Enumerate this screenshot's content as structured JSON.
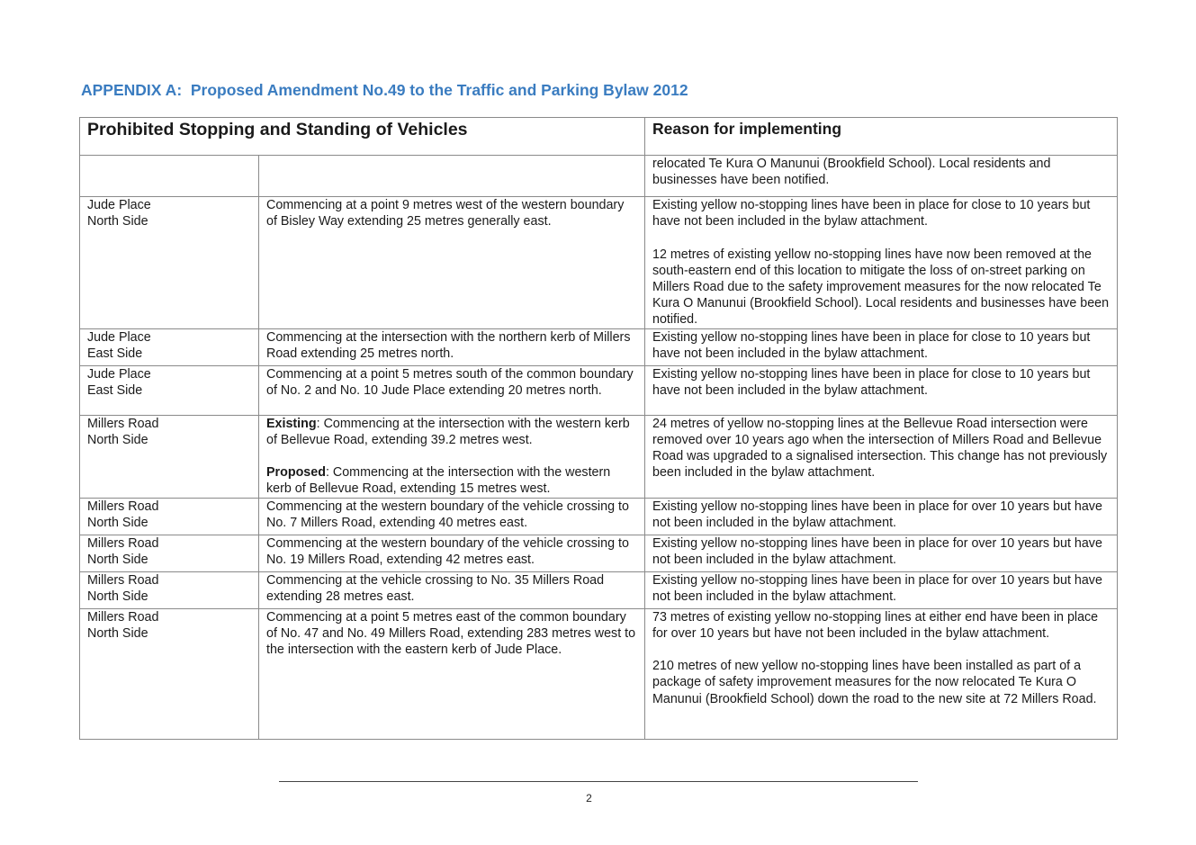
{
  "document": {
    "appendix_title": "APPENDIX A:  Proposed Amendment No.49 to the Traffic and Parking Bylaw 2012",
    "page_number": "2"
  },
  "table": {
    "header_location": "Prohibited Stopping and Standing of Vehicles",
    "header_reason": "Reason for implementing",
    "rows": [
      {
        "location": "",
        "location_side": "",
        "description": [],
        "reason": [
          "relocated Te Kura O Manunui (Brookfield School). Local residents and businesses have been notified."
        ]
      },
      {
        "location": "Jude Place",
        "location_side": "North Side",
        "description": [
          {
            "label": "",
            "text": "Commencing at a point 9 metres west of the western boundary of Bisley Way extending 25 metres generally east."
          }
        ],
        "reason": [
          "Existing yellow no-stopping lines have been in place for close to 10 years but have not been included in the bylaw attachment.",
          "12 metres of existing yellow no-stopping lines have now been removed at the south-eastern end of this location to mitigate the loss of on-street parking on Millers Road due to the safety improvement measures for the now relocated Te Kura O Manunui (Brookfield School). Local residents and businesses have been notified."
        ]
      },
      {
        "location": "Jude Place",
        "location_side": "East Side",
        "description": [
          {
            "label": "",
            "text": "Commencing at the intersection with the northern kerb of Millers Road extending 25 metres north."
          }
        ],
        "reason": [
          "Existing yellow no-stopping lines have been in place for close to 10 years but have not been included in the bylaw attachment."
        ]
      },
      {
        "location": "Jude Place",
        "location_side": "East Side",
        "description": [
          {
            "label": "",
            "text": "Commencing at a point 5 metres south of the common boundary of No. 2 and No. 10 Jude Place extending 20 metres north."
          }
        ],
        "reason": [
          "Existing yellow no-stopping lines have been in place for close to 10 years but have not been included in the bylaw attachment."
        ]
      },
      {
        "location": "Millers Road",
        "location_side": "North Side",
        "description": [
          {
            "label": "Existing",
            "text": ": Commencing at the intersection with the western kerb of Bellevue Road, extending 39.2 metres west."
          },
          {
            "label": "Proposed",
            "text": ": Commencing at the intersection with the western kerb of Bellevue Road, extending 15 metres west."
          }
        ],
        "reason": [
          "24 metres of yellow no-stopping lines at the Bellevue Road intersection were removed over 10 years ago when the intersection of Millers Road and Bellevue Road was upgraded to a signalised intersection. This change has not previously been included in the bylaw attachment."
        ]
      },
      {
        "location": "Millers Road",
        "location_side": "North Side",
        "description": [
          {
            "label": "",
            "text": "Commencing at the western boundary of the vehicle crossing to No. 7 Millers Road, extending 40 metres east."
          }
        ],
        "reason": [
          "Existing yellow no-stopping lines have been in place for over 10 years but have not been included in the bylaw attachment."
        ]
      },
      {
        "location": "Millers Road",
        "location_side": "North Side",
        "description": [
          {
            "label": "",
            "text": "Commencing at the western boundary of the vehicle crossing to No. 19 Millers Road, extending 42 metres east."
          }
        ],
        "reason": [
          "Existing yellow no-stopping lines have been in place for over 10 years but have not been included in the bylaw attachment."
        ]
      },
      {
        "location": "Millers Road",
        "location_side": "North Side",
        "description": [
          {
            "label": "",
            "text": "Commencing at the vehicle crossing to No. 35 Millers Road extending 28 metres east."
          }
        ],
        "reason": [
          "Existing yellow no-stopping lines have been in place for over 10 years but have not been included in the bylaw attachment."
        ]
      },
      {
        "location": "Millers Road",
        "location_side": "North Side",
        "description": [
          {
            "label": "",
            "text": "Commencing at a point 5 metres east of the common boundary of No. 47 and No. 49 Millers Road, extending 283 metres west to the intersection with the eastern kerb of Jude Place."
          }
        ],
        "reason": [
          "73 metres of existing yellow no-stopping lines at either end have been in place for over 10 years but have not been included in the bylaw attachment.",
          "210 metres of new yellow no-stopping lines have been installed as part of a package of safety improvement measures for the now relocated Te Kura O Manunui (Brookfield School) down the road to the new site at 72 Millers Road."
        ]
      }
    ]
  }
}
